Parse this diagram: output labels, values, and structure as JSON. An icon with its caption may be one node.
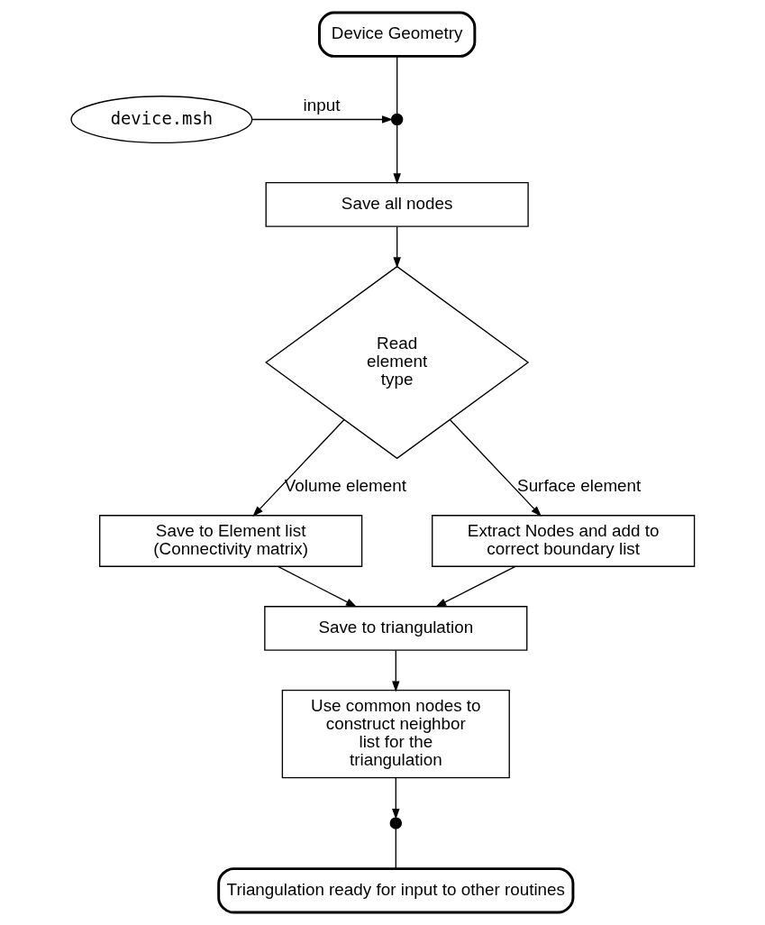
{
  "diagram": {
    "nodes": [
      {
        "text": [
          "Device Geometry"
        ]
      },
      {
        "text": [
          "device.msh"
        ]
      },
      {
        "text": [],
        "shape": "circle"
      },
      {
        "text": [
          "Save all nodes"
        ]
      },
      {
        "text": [
          "Read element type"
        ]
      },
      {
        "text": [
          "Save to Element list (Connectivity matrix)"
        ]
      },
      {
        "text": [
          "Extract Nodes and add to correct boundary list"
        ]
      },
      {
        "text": [
          "Save to triangulation"
        ]
      },
      {
        "text": [
          "Use common nodes to construct neighbor list for the triangulation"
        ]
      },
      {
        "text": [],
        "shape": "circle"
      },
      {
        "text": [
          "Triangulation ready for input to other routines"
        ]
      }
    ],
    "edges": [
      {
        "from": 0,
        "to": 2,
        "arrow": "none"
      },
      {
        "from": 1,
        "to": 2,
        "arrow": "to",
        "label": "input"
      },
      {
        "from": 2,
        "to": 3,
        "arrow": "to"
      },
      {
        "from": 3,
        "to": 4,
        "arrow": "to"
      },
      {
        "from": 4,
        "to": 5,
        "arrow": "to",
        "label": "Volume element"
      },
      {
        "from": 4,
        "to": 6,
        "arrow": "to",
        "label": "Surface element"
      },
      {
        "from": 5,
        "to": 7,
        "arrow": "to"
      },
      {
        "from": 6,
        "to": 7,
        "arrow": "to"
      },
      {
        "from": 7,
        "to": 8,
        "arrow": "to"
      },
      {
        "from": 8,
        "to": 9,
        "arrow": "to"
      },
      {
        "from": 9,
        "to": 10,
        "arrow": "none"
      }
    ]
  }
}
